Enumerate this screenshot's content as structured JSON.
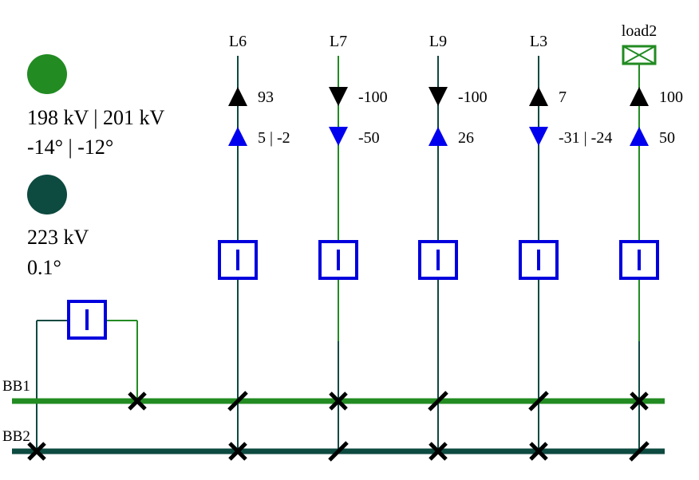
{
  "colors": {
    "vl1": "#228b22",
    "vl2": "#0d4a40",
    "breaker": "#0000dd",
    "arrow_active": "#000000",
    "arrow_reactive": "#0000ee",
    "switch": "#000000"
  },
  "voltage_levels": [
    {
      "id": "vl1",
      "color_key": "vl1",
      "voltage": "198 kV | 201 kV",
      "angle": "-14° | -12°"
    },
    {
      "id": "vl2",
      "color_key": "vl2",
      "voltage": "223 kV",
      "angle": "0.1°"
    }
  ],
  "busbars": [
    {
      "label": "BB1",
      "color_key": "vl1"
    },
    {
      "label": "BB2",
      "color_key": "vl2"
    }
  ],
  "coupler": {
    "bb1_switch": "closed",
    "bb2_switch": "closed"
  },
  "feeders": [
    {
      "label": "L6",
      "type": "line",
      "color_key": "vl2",
      "active_dir": "up",
      "active_value": "93",
      "reactive_dir": "up",
      "reactive_value": "5 | -2",
      "bb1_switch": "open",
      "bb2_switch": "closed"
    },
    {
      "label": "L7",
      "type": "line",
      "color_key": "vl1",
      "active_dir": "down",
      "active_value": "-100",
      "reactive_dir": "down",
      "reactive_value": "-50",
      "bb1_switch": "closed",
      "bb2_switch": "open"
    },
    {
      "label": "L9",
      "type": "line",
      "color_key": "vl2",
      "active_dir": "down",
      "active_value": "-100",
      "reactive_dir": "up",
      "reactive_value": "26",
      "bb1_switch": "open",
      "bb2_switch": "closed"
    },
    {
      "label": "L3",
      "type": "line",
      "color_key": "vl2",
      "active_dir": "up",
      "active_value": "7",
      "reactive_dir": "down",
      "reactive_value": "-31 | -24",
      "bb1_switch": "open",
      "bb2_switch": "closed"
    },
    {
      "label": "load2",
      "type": "load",
      "color_key": "vl1",
      "active_dir": "up",
      "active_value": "100",
      "reactive_dir": "up",
      "reactive_value": "50",
      "bb1_switch": "closed",
      "bb2_switch": "open"
    }
  ]
}
